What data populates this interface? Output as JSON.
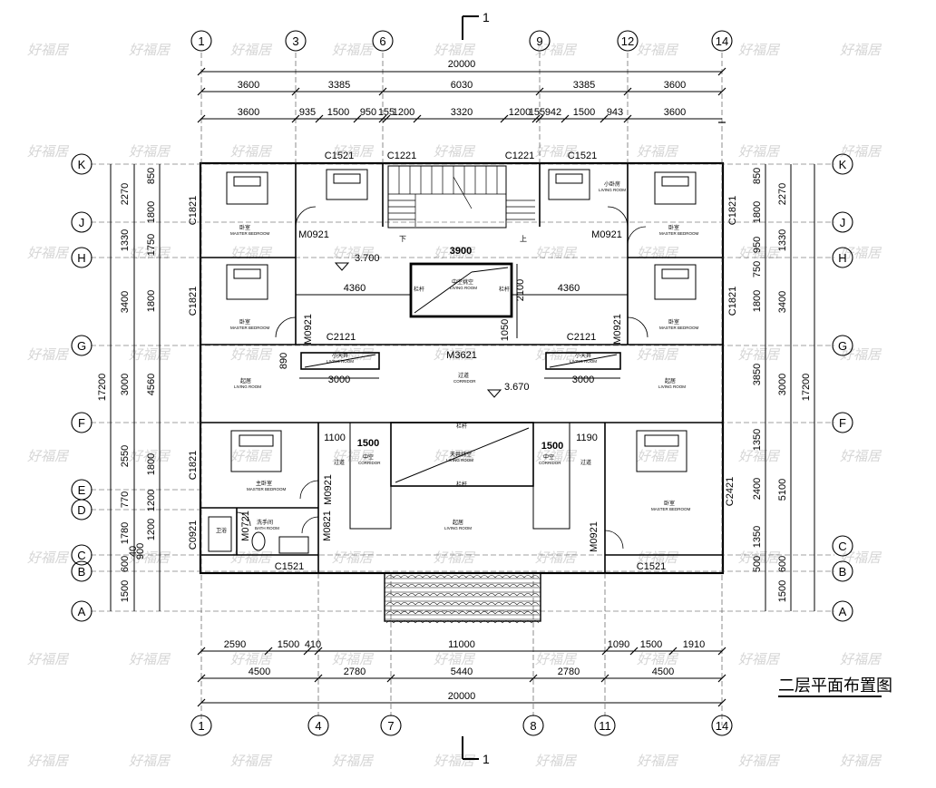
{
  "drawing": {
    "title": "二层平面布置图",
    "section_mark": "1",
    "watermark": "好福居"
  },
  "grid_top": [
    "1",
    "3",
    "6",
    "9",
    "12",
    "14"
  ],
  "grid_bottom": [
    "1",
    "4",
    "7",
    "8",
    "11",
    "14"
  ],
  "grid_side": [
    "K",
    "J",
    "H",
    "G",
    "F",
    "E",
    "D",
    "C",
    "B",
    "A"
  ],
  "dims_top_total": "20000",
  "dims_top_row1": [
    "3600",
    "3385",
    "6030",
    "3385",
    "3600"
  ],
  "dims_top_row2": [
    "3600",
    "935",
    "1500",
    "950",
    "155",
    "1200",
    "3320",
    "1200",
    "155",
    "942",
    "1500",
    "943",
    "3600"
  ],
  "dims_bottom_row1": [
    "2590",
    "1500",
    "410",
    "11000",
    "1090",
    "1500",
    "1910"
  ],
  "dims_bottom_row2": [
    "4500",
    "2780",
    "5440",
    "2780",
    "4500"
  ],
  "dims_bottom_total": "20000",
  "dims_left_outer": [
    "2270",
    "1330",
    "3400",
    "3000",
    "2550",
    "770",
    "1780",
    "600",
    "1500"
  ],
  "dims_left_total": "17200",
  "dims_left_inner": [
    "850",
    "1800",
    "1750",
    "1800",
    "4560",
    "1800",
    "1200",
    "1200",
    "40",
    "900"
  ],
  "dims_right_outer": [
    "2270",
    "1330",
    "3400",
    "3000",
    "5100",
    "600",
    "1500"
  ],
  "dims_right_total": "17200",
  "dims_right_inner": [
    "850",
    "1800",
    "950",
    "750",
    "1800",
    "3850",
    "1350",
    "2400",
    "1350",
    "500"
  ],
  "window_labels": [
    "C1521",
    "C1221",
    "C1221",
    "C1521",
    "C1821",
    "C1821",
    "C1821",
    "C1821",
    "C2121",
    "C2121",
    "C1821",
    "C0921",
    "C1521",
    "C1521",
    "C2421"
  ],
  "door_labels": [
    "M0921",
    "M0921",
    "M0921",
    "M0921",
    "M3621",
    "M0921",
    "M0721",
    "M0821",
    "M0921"
  ],
  "levels": [
    "3.700",
    "3.670"
  ],
  "inner_dims": [
    "3900",
    "4360",
    "4360",
    "2100",
    "1050",
    "3000",
    "3000",
    "1100",
    "1500",
    "1500",
    "1190",
    "890"
  ],
  "rooms_cn": [
    "卧室",
    "卧室",
    "卧室",
    "卧室",
    "小卧房",
    "中空挑空",
    "起居",
    "起居",
    "过道",
    "小天井",
    "小天井",
    "主卧室",
    "卧室",
    "中空",
    "中空",
    "天井挑空",
    "起居",
    "卫浴",
    "洗手间",
    "栏杆",
    "栏杆",
    "栏杆",
    "栏杆",
    "过道",
    "过道",
    "下",
    "上"
  ],
  "rooms_en": [
    "MASTER BEDROOM",
    "MASTER BEDROOM",
    "MASTER BEDROOM",
    "MASTER BEDROOM",
    "LIVING ROOM",
    "LIVING ROOM",
    "LIVING ROOM",
    "LIVING ROOM",
    "CORRIDOR",
    "LIVING ROOM",
    "LIVING ROOM",
    "MASTER BEDROOM",
    "MASTER BEDROOM",
    "CORRIDOR",
    "CORRIDOR",
    "LIVING ROOM",
    "LIVING ROOM",
    "BATH ROOM"
  ]
}
